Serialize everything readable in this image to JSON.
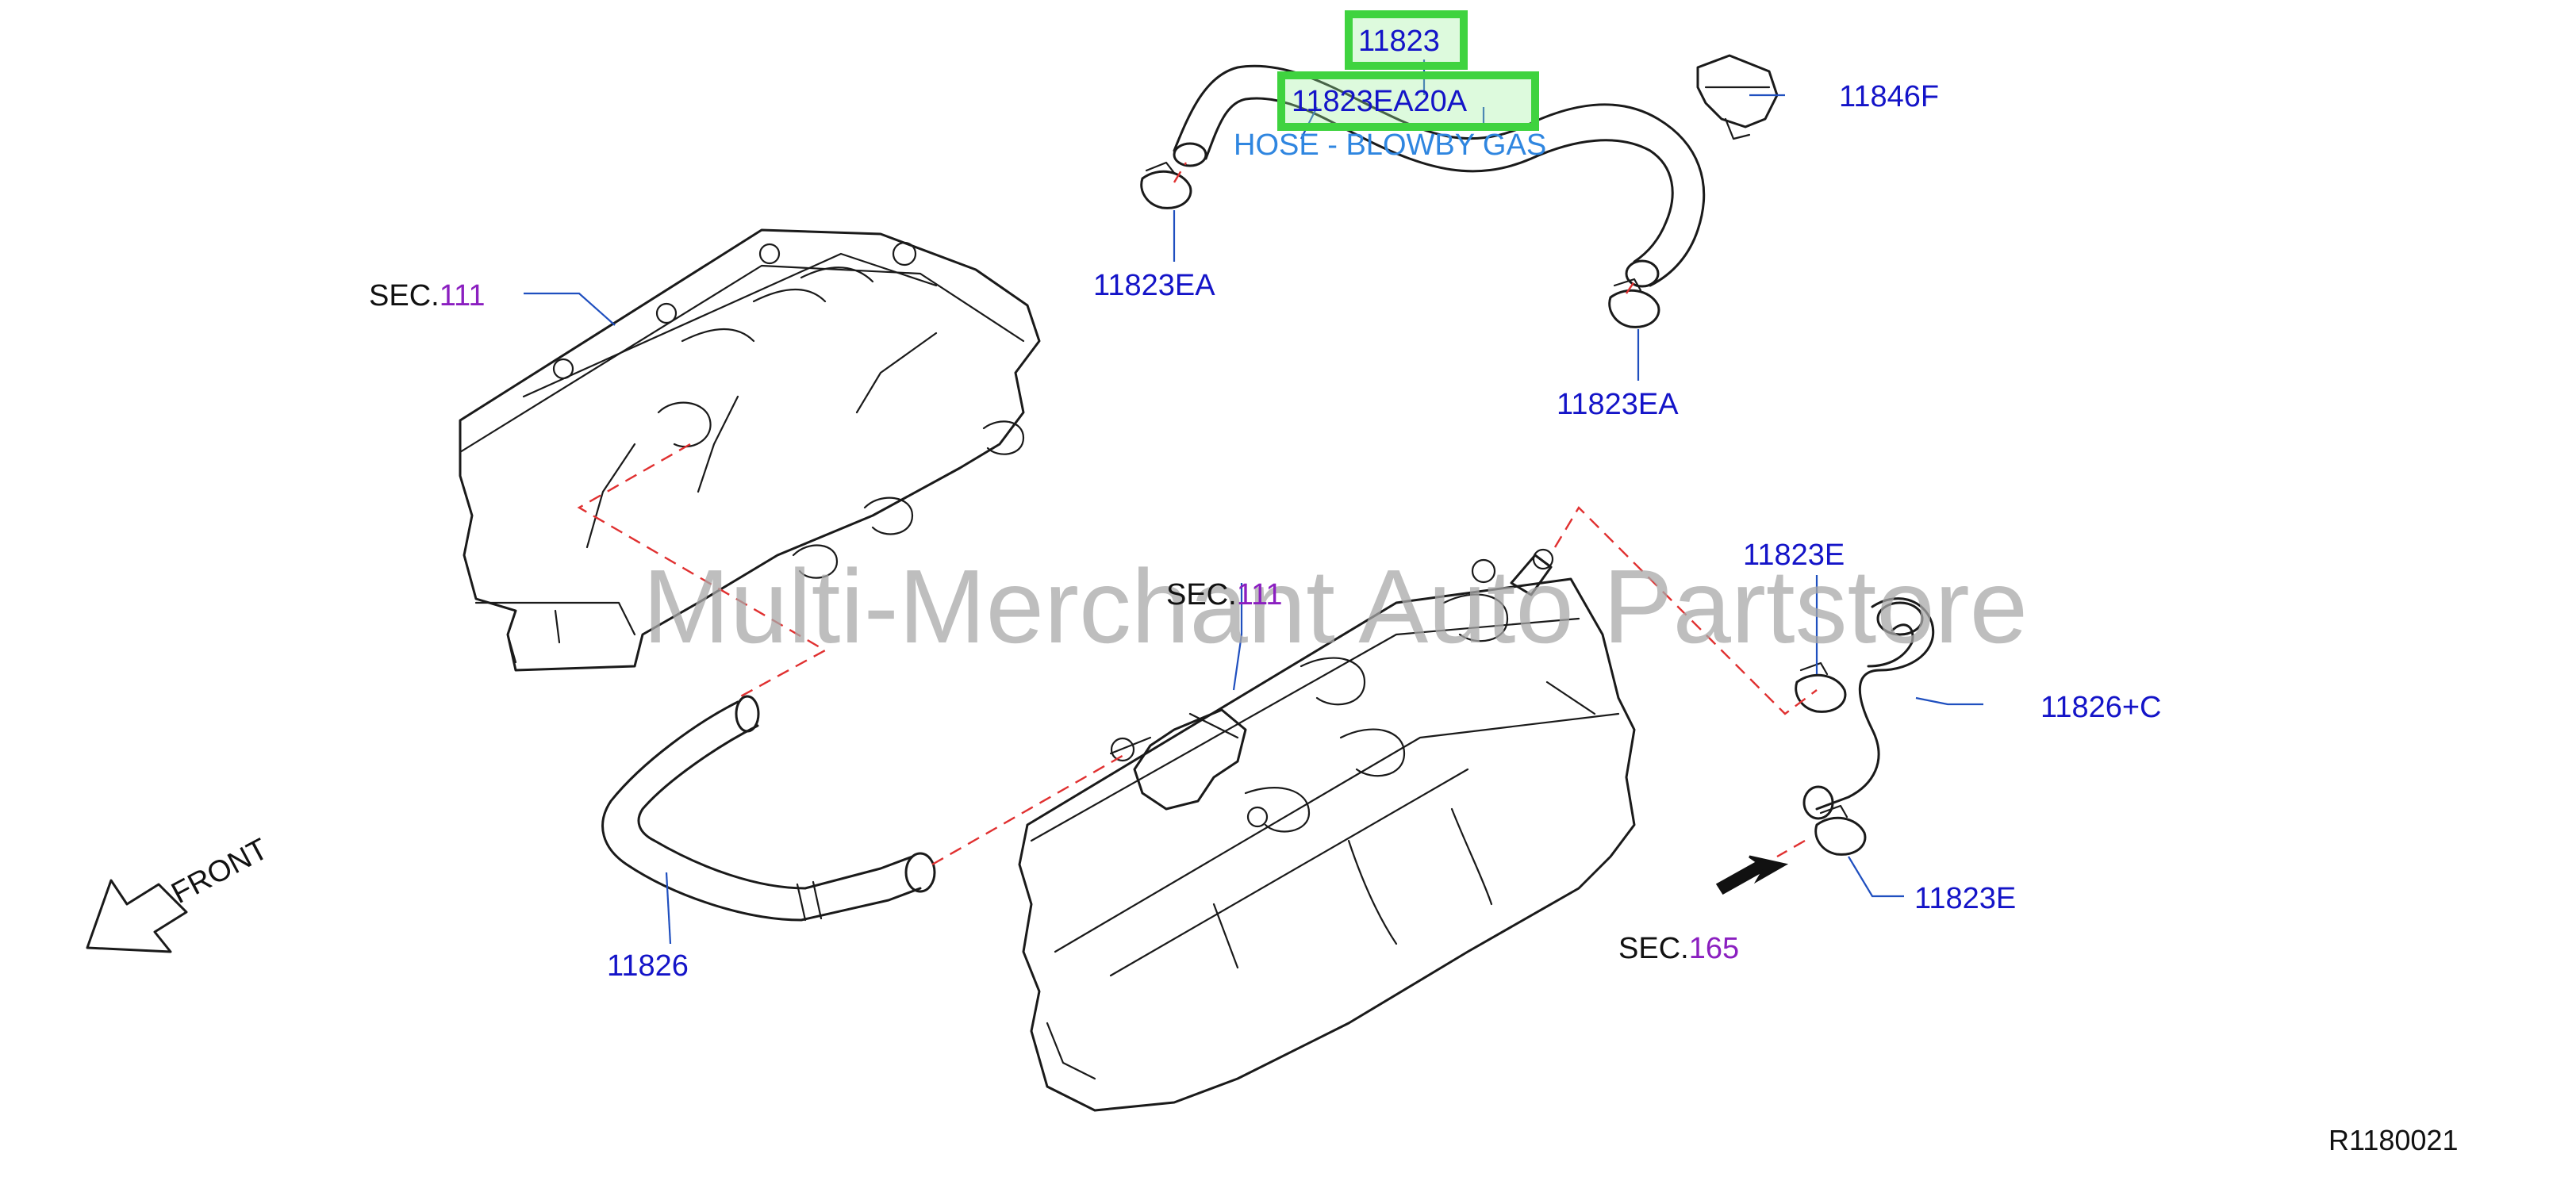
{
  "watermark": "Multi-Merchant Auto Partstore",
  "figure_ref": "R1180021",
  "front_label": "FRONT",
  "callouts": {
    "part_main": "11823",
    "part_number": "11823EA20A",
    "part_desc": "HOSE - BLOWBY GAS",
    "clip_top": "11846F",
    "clamp_left": "11823EA",
    "clamp_right": "11823EA",
    "clamp_e_top": "11823E",
    "clamp_e_bottom": "11823E",
    "hose_right": "11826+C",
    "hose_left": "11826"
  },
  "sections": {
    "sec_top_prefix": "SEC.",
    "sec_top_num": "111",
    "sec_mid_prefix": "SEC.",
    "sec_mid_num": "111",
    "sec_bottom_prefix": "SEC.",
    "sec_bottom_num": "165"
  },
  "colors": {
    "label_blue": "#1414c8",
    "section_purple": "#8b1fc0",
    "description_blue": "#2f86e0",
    "highlight_green": "#3fd33f",
    "dashed_red": "#e03030"
  }
}
